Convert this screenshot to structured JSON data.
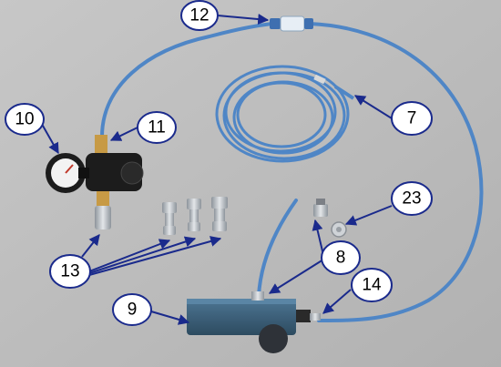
{
  "callouts": [
    {
      "id": "c7",
      "label": "7"
    },
    {
      "id": "c8",
      "label": "8"
    },
    {
      "id": "c9",
      "label": "9"
    },
    {
      "id": "c10",
      "label": "10"
    },
    {
      "id": "c11",
      "label": "11"
    },
    {
      "id": "c12",
      "label": "12"
    },
    {
      "id": "c13",
      "label": "13"
    },
    {
      "id": "c14",
      "label": "14"
    },
    {
      "id": "c23",
      "label": "23"
    }
  ],
  "colors": {
    "background": "#bdbdbd",
    "tubing": "#4f86c6",
    "gauge_body": "#1c1c1c",
    "brass": "#c79a45",
    "fitting_metal": "#b9bec4",
    "venturi_block": "#3b5f78",
    "callout_arrow": "#1a2a8c"
  }
}
